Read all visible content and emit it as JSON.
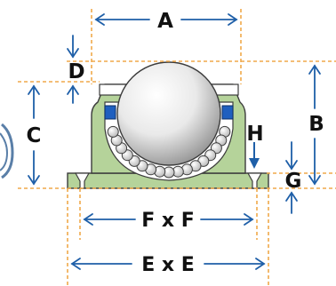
{
  "labels": {
    "a": "A",
    "b": "B",
    "c": "C",
    "d": "D",
    "fxf": "F x F",
    "exe": "E x E",
    "g": "G",
    "h": "H"
  },
  "colors": {
    "housing": "#b5d39a",
    "outline": "#3c3c3c",
    "guide": "#f0a94a",
    "arrow": "#1e5fa8",
    "seal": "#1f5fbf",
    "ball": "#e9e9e9"
  }
}
